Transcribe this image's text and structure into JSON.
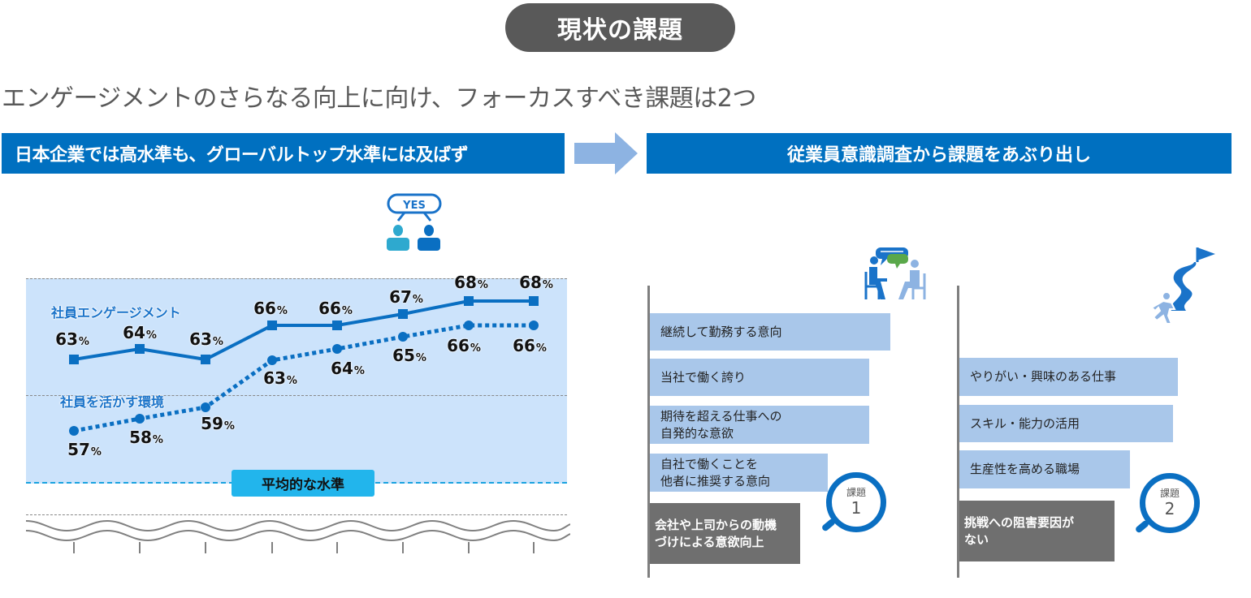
{
  "header": {
    "title": "現状の課題",
    "subtitle": "エンゲージメントのさらなる向上に向け、フォーカスすべき課題は2つ"
  },
  "left_panel": {
    "heading": "日本企業では高水準も、グローバルトップ水準には及ばず",
    "icon": "yes-agreement-people-icon",
    "icon_text": "YES",
    "average_label": "平均的な水準"
  },
  "right_panel": {
    "heading": "従業員意識調査から課題をあぶり出し",
    "issue1": {
      "icon": "conversation-interview-icon",
      "badge_label": "課題",
      "badge_number": "1",
      "items": [
        {
          "text": "継続して勤務する意向",
          "style": "blue"
        },
        {
          "text": "当社で働く誇り",
          "style": "blue"
        },
        {
          "text": "期待を超える仕事への\n自発的な意欲",
          "style": "blue"
        },
        {
          "text": "自社で働くことを\n他者に推奨する意向",
          "style": "blue"
        },
        {
          "text": "会社や上司からの動機\nづけによる意欲向上",
          "style": "gray"
        }
      ]
    },
    "issue2": {
      "icon": "runner-path-flag-icon",
      "badge_label": "課題",
      "badge_number": "2",
      "items": [
        {
          "text": "やりがい・興味のある仕事",
          "style": "blue"
        },
        {
          "text": "スキル・能力の活用",
          "style": "blue"
        },
        {
          "text": "生産性を高める職場",
          "style": "blue"
        },
        {
          "text": "挑戦への阻害要因が\nない",
          "style": "gray"
        }
      ]
    }
  },
  "colors": {
    "primary_blue": "#0070c0",
    "light_bar": "#a9c7ea",
    "chart_bg": "#cce3fb",
    "issue_gray": "#6f6f6f",
    "avg_label": "#22b5ec",
    "title_pill": "#595959"
  },
  "chart_data": {
    "type": "line",
    "title": "",
    "xlabel": "",
    "ylabel": "",
    "x": [
      "1",
      "2",
      "3",
      "4",
      "5",
      "6",
      "7",
      "8"
    ],
    "series": [
      {
        "name": "社員エンゲージメント",
        "values": [
          63,
          64,
          63,
          66,
          66,
          67,
          68,
          68
        ],
        "style": "solid",
        "marker": "square",
        "color": "#0a6fc2"
      },
      {
        "name": "社員を活かす環境",
        "values": [
          57,
          58,
          59,
          63,
          64,
          65,
          66,
          66
        ],
        "style": "dotted",
        "marker": "circle",
        "color": "#0a6fc2"
      }
    ],
    "value_suffix": "%",
    "annotations": [
      "平均的な水準"
    ],
    "grid": false,
    "legend_position": "inline",
    "axis_break": true
  }
}
